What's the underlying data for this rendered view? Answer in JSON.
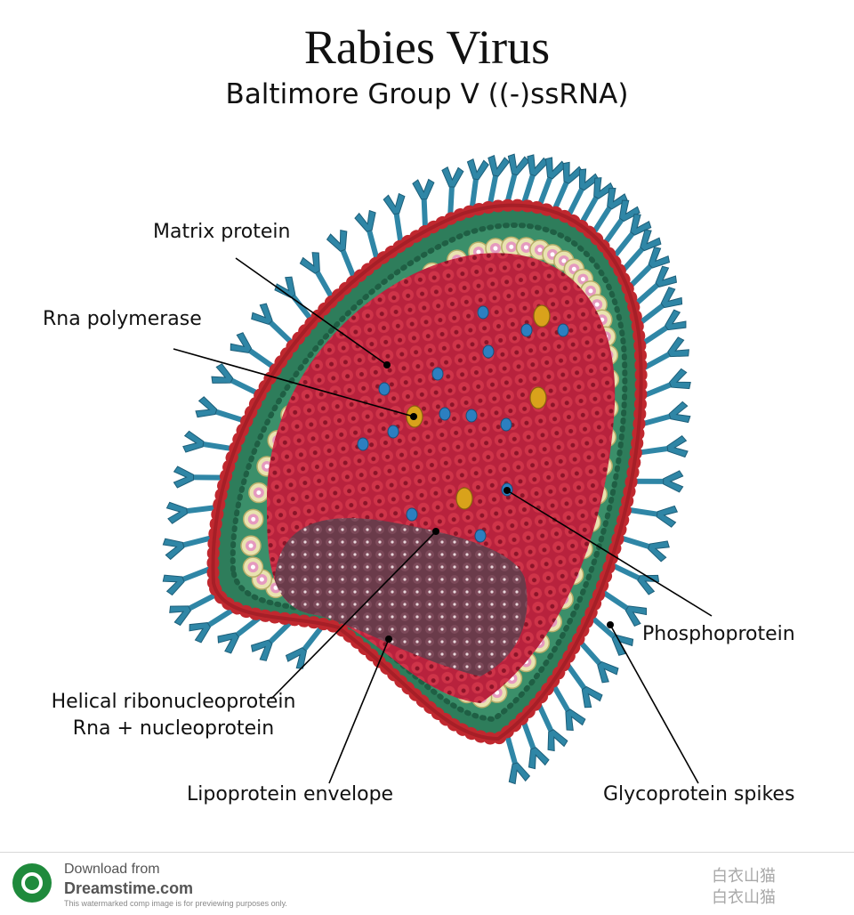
{
  "title": "Rabies Virus",
  "subtitle": "Baltimore Group V ((-)ssRNA)",
  "labels": {
    "matrix_protein": "Matrix protein",
    "rna_polymerase": "Rna polymerase",
    "helical_line1": "Helical ribonucleoprotein",
    "helical_line2": "Rna + nucleoprotein",
    "lipoprotein_envelope": "Lipoprotein envelope",
    "phosphoprotein": "Phosphoprotein",
    "glycoprotein_spikes": "Glycoprotein spikes"
  },
  "footer": {
    "line1": "Download from",
    "line2": "Dreamstime.com",
    "line3": "This watermarked comp image is for previewing purposes only.",
    "watermark1": "白衣山猫",
    "watermark2": "白衣山猫"
  },
  "colors": {
    "spike": "#2f86a6",
    "envelope": "#c0282f",
    "matrix_ring": "#e9e3b0",
    "green_layer": "#2e7d5b",
    "core_red": "#b8223d",
    "core_dark": "#6a3b4a",
    "polymerase": "#d9a21b",
    "phosphoprotein": "#2c7fc0"
  }
}
